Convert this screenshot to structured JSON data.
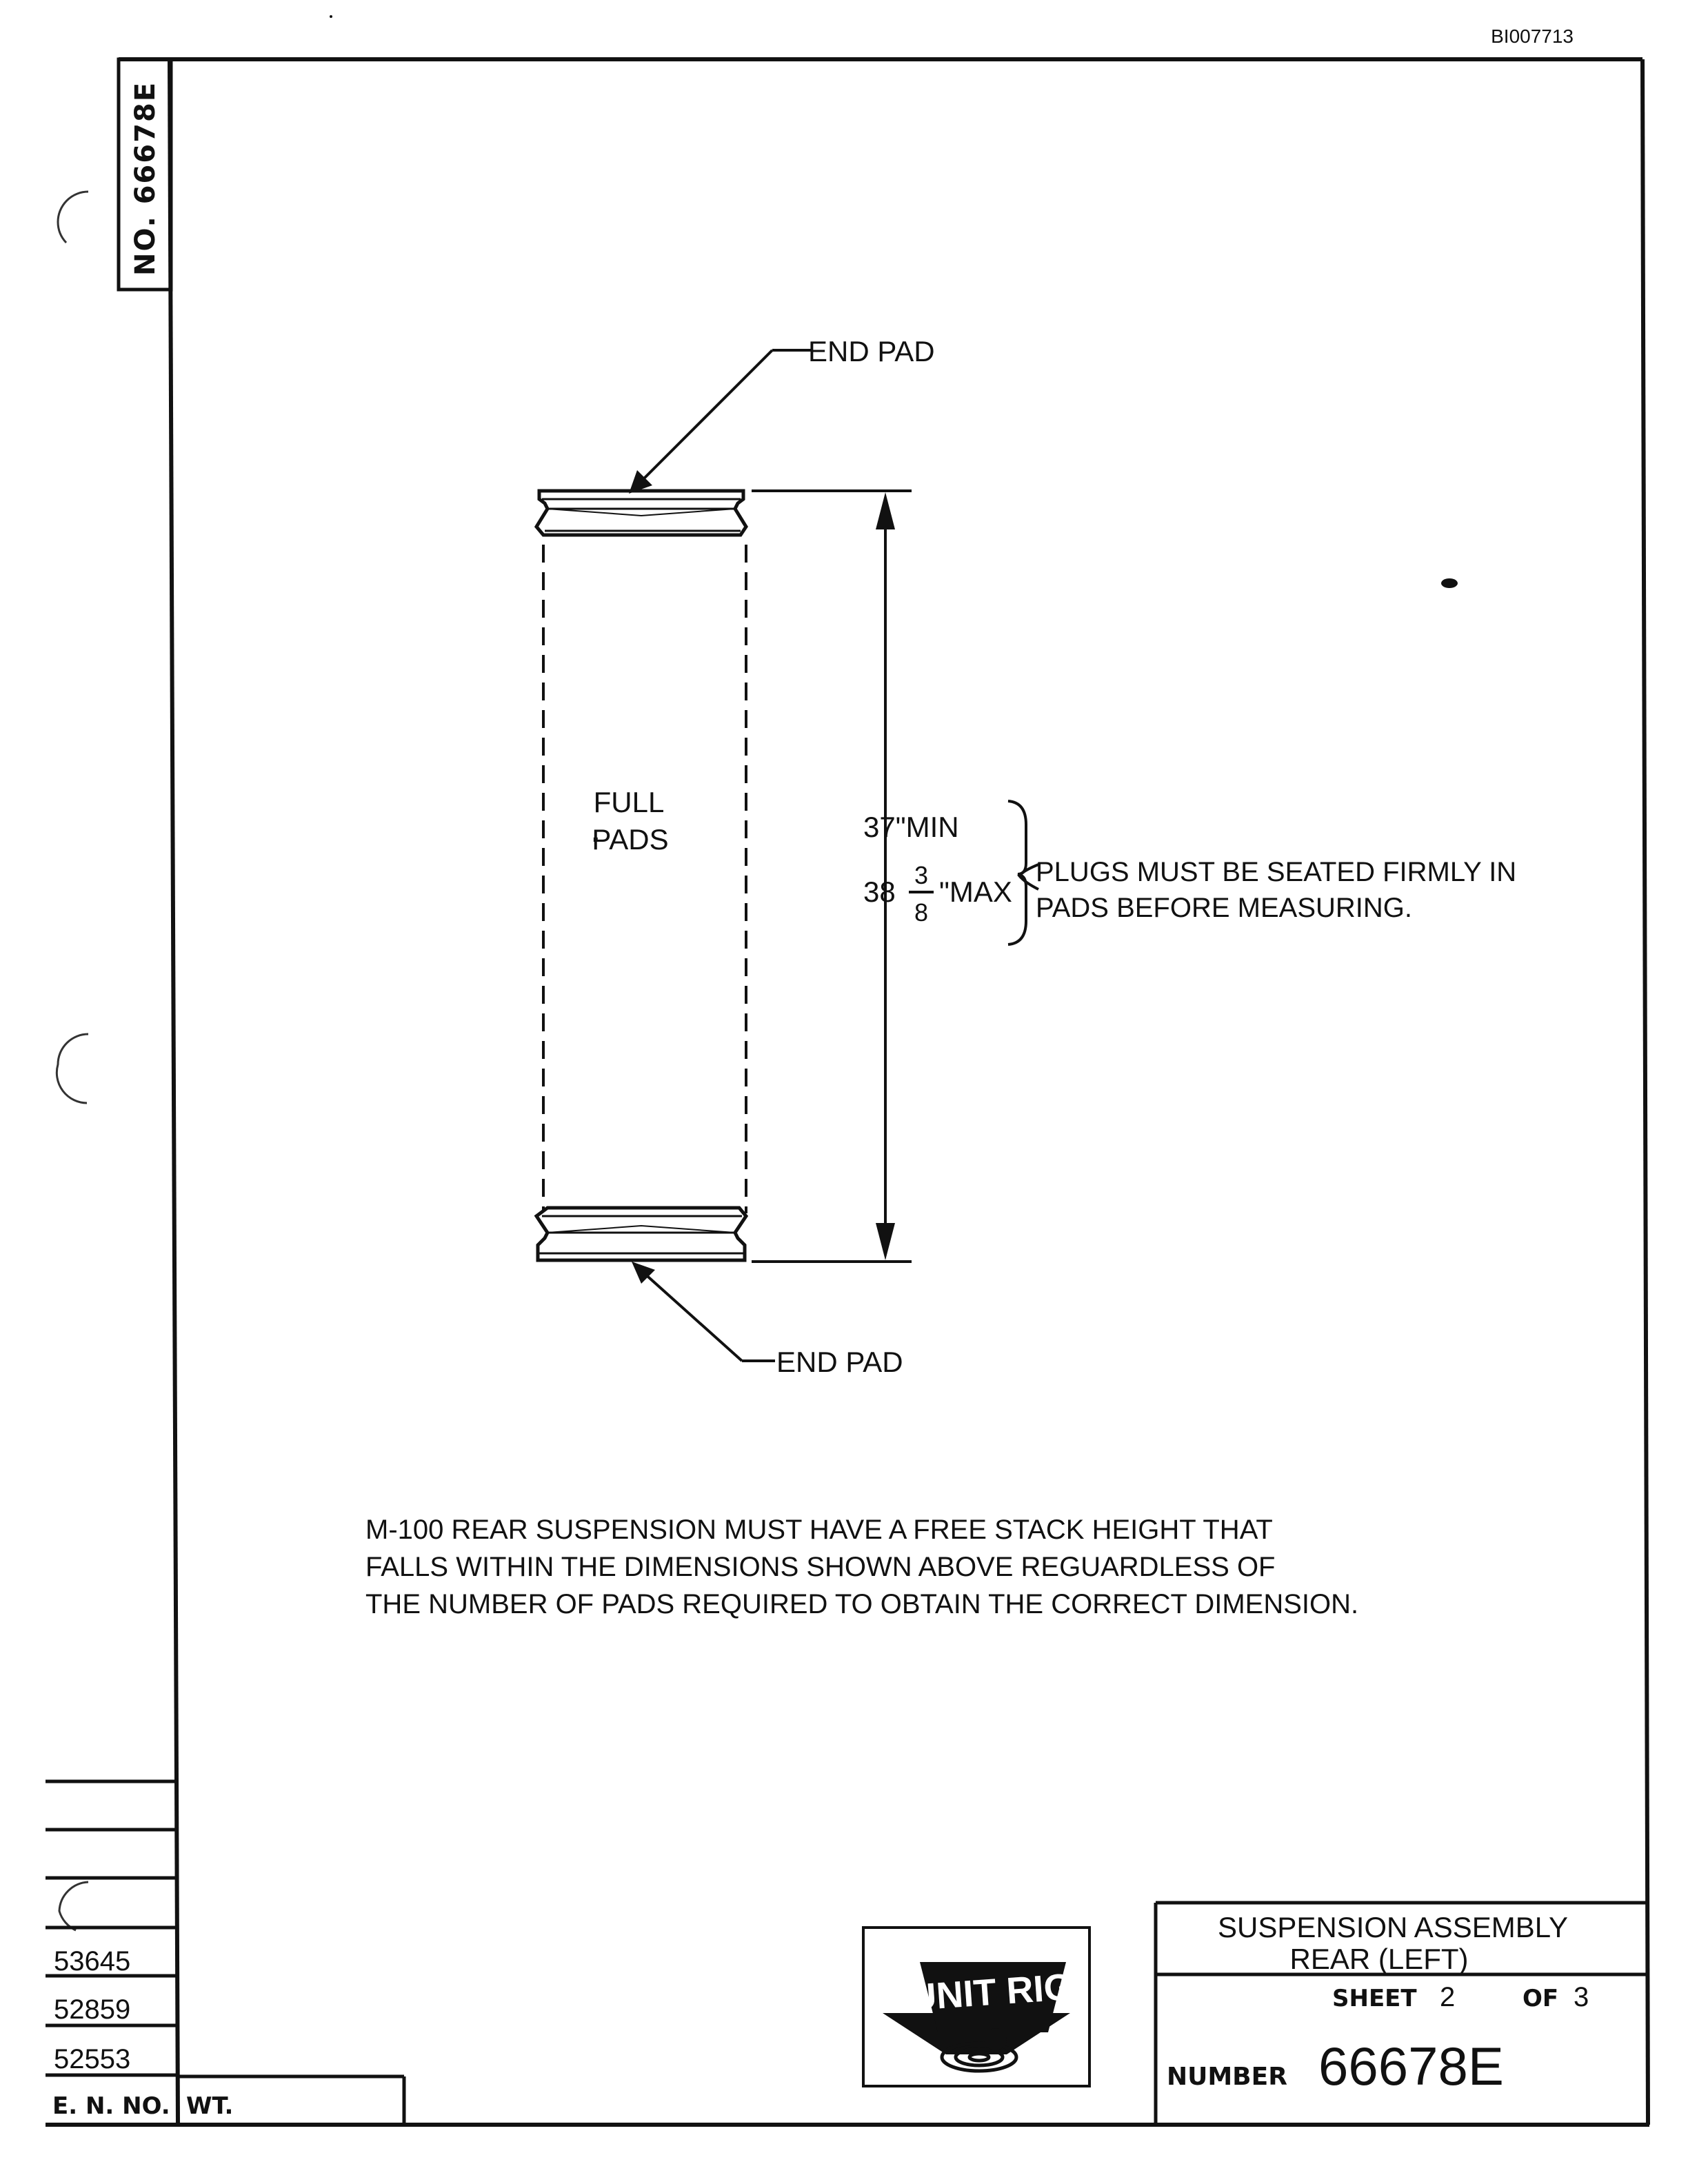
{
  "corner_id": "BI007713",
  "side_label": "NO. 66678E",
  "diagram": {
    "top_callout": "END PAD",
    "bottom_callout": "END PAD",
    "center_label_line1": "FULL",
    "center_label_line2": "PADS",
    "dim_min_value": "37",
    "dim_min_suffix": "\"MIN",
    "dim_max_whole": "38",
    "dim_max_num": "3",
    "dim_max_den": "8",
    "dim_max_suffix": "\"MAX",
    "plug_note_line1": "PLUGS MUST BE SEATED FIRMLY IN",
    "plug_note_line2": "PADS BEFORE MEASURING."
  },
  "note": {
    "line1": "M-100 REAR SUSPENSION MUST HAVE A FREE STACK HEIGHT THAT",
    "line2": "FALLS WITHIN THE DIMENSIONS SHOWN ABOVE REGUARDLESS OF",
    "line3": "THE NUMBER OF PADS REQUIRED TO OBTAIN THE CORRECT DIMENSION."
  },
  "revisions": {
    "rows": [
      "53645",
      "52859",
      "52553"
    ],
    "en_no_label": "E. N. NO.",
    "wt_label": "WT."
  },
  "logo": {
    "text": "UNIT RIG"
  },
  "title_block": {
    "title_line1": "SUSPENSION ASSEMBLY",
    "title_line2": "REAR (LEFT)",
    "sheet_label": "SHEET",
    "sheet_number": "2",
    "of_label": "OF",
    "sheet_total": "3",
    "number_label": "NUMBER",
    "drawing_number": "66678E"
  }
}
